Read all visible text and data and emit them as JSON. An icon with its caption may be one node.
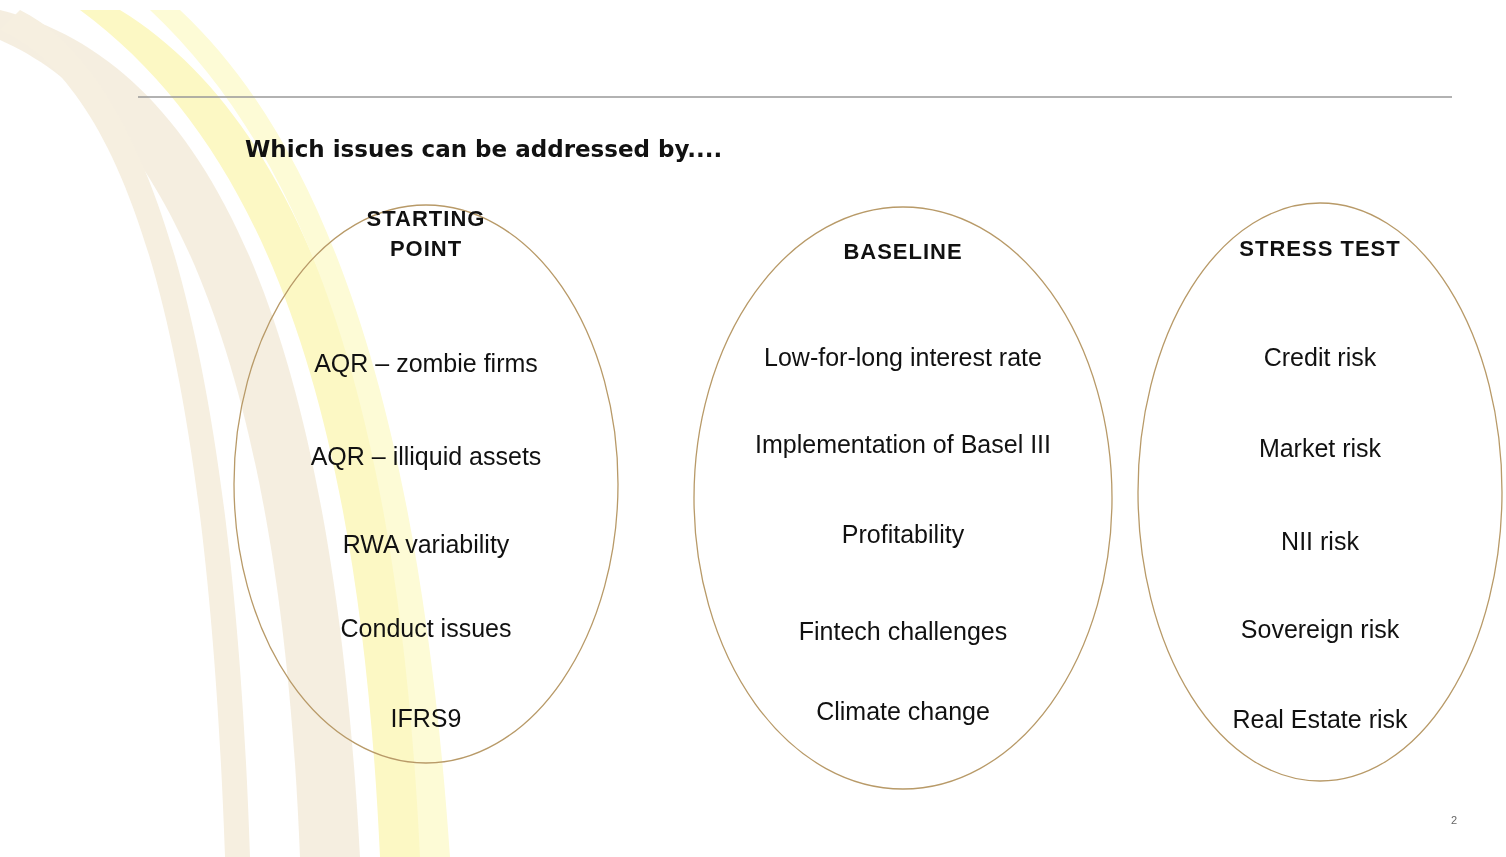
{
  "diagram": {
    "title": "Which issues can be addressed by....",
    "nodes": [
      {
        "text": [
          "STARTING POINT",
          "AQR – zombie firms",
          "AQR – illiquid assets",
          "RWA variability",
          "Conduct issues",
          "IFRS9"
        ]
      },
      {
        "text": [
          "BASELINE",
          "Low-for-long interest rate",
          "Implementation of Basel III",
          "Profitability",
          "Fintech challenges",
          "Climate change"
        ]
      },
      {
        "text": [
          "STRESS TEST",
          "Credit risk",
          "Market risk",
          "NII risk",
          "Sovereign risk",
          "Real Estate risk"
        ]
      }
    ],
    "labels": [
      "2"
    ]
  }
}
